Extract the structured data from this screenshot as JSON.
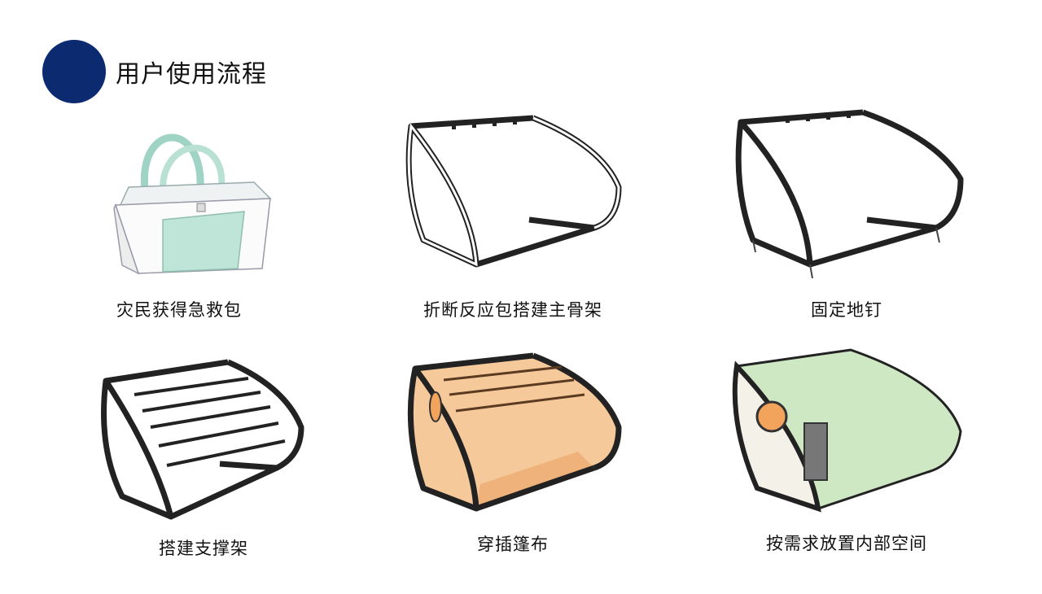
{
  "header": {
    "title": "用户使用流程"
  },
  "steps": [
    {
      "label": "灾民获得急救包",
      "icon": "emergency-bag-icon"
    },
    {
      "label": "折断反应包搭建主骨架",
      "icon": "main-frame-icon"
    },
    {
      "label": "固定地钉",
      "icon": "ground-stake-frame-icon"
    },
    {
      "label": "搭建支撑架",
      "icon": "support-frame-icon"
    },
    {
      "label": "穿插篷布",
      "icon": "tarp-shelter-icon"
    },
    {
      "label": "按需求放置内部空间",
      "icon": "finished-shelter-icon"
    }
  ],
  "colors": {
    "accent": "#0b2a6f",
    "mint": "#a8d8c8",
    "warm": "#f2a35c",
    "green_shell": "#cfe8c4"
  }
}
